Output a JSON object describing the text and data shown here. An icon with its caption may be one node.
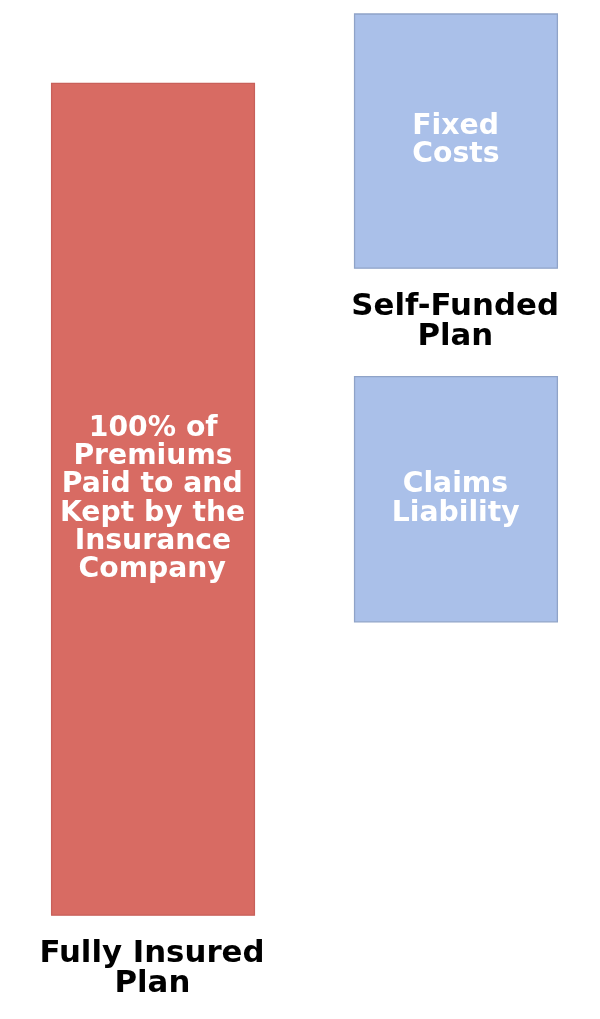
{
  "diagram": {
    "nodes": [
      {
        "text": [
          "100% of Premiums Paid to and Kept by the Insurance Company"
        ],
        "beside": [
          "Fully Insured Plan"
        ]
      },
      {
        "text": [
          "Claims Liability"
        ]
      },
      {
        "text": [
          "Fixed Costs"
        ]
      }
    ],
    "labels": [
      "Self-Funded Plan"
    ]
  }
}
